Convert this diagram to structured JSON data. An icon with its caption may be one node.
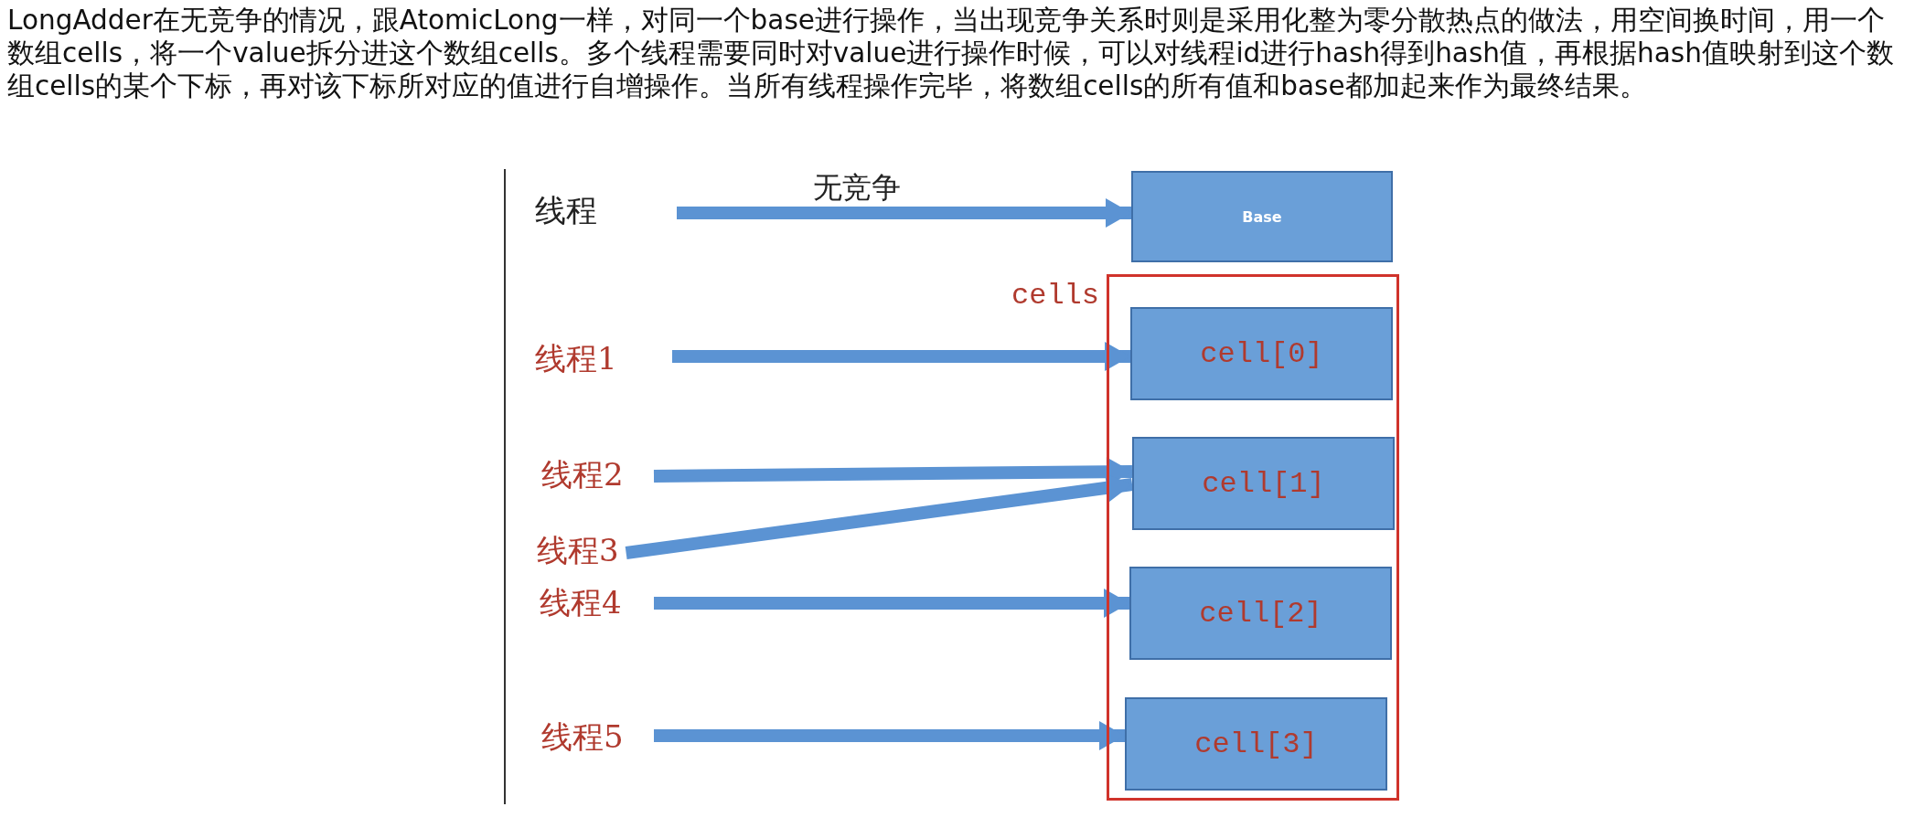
{
  "diagram": {
    "nodes": [
      {
        "text": [
          "线程"
        ]
      },
      {
        "text": [
          "Base"
        ]
      },
      {
        "text": [
          "cells"
        ]
      },
      {
        "text": [
          "cell[0]"
        ],
        "in": 2
      },
      {
        "text": [
          "cell[1]"
        ],
        "in": 2
      },
      {
        "text": [
          "cell[2]"
        ],
        "in": 2
      },
      {
        "text": [
          "cell[3]"
        ],
        "in": 2
      },
      {
        "text": [
          "线程1"
        ]
      },
      {
        "text": [
          "线程2"
        ]
      },
      {
        "text": [
          "线程3"
        ]
      },
      {
        "text": [
          "线程4"
        ]
      },
      {
        "text": [
          "线程5"
        ]
      }
    ],
    "edges": [
      {
        "from": 0,
        "to": 1,
        "arrow": "to",
        "label": "无竞争"
      },
      {
        "from": 7,
        "to": 3,
        "arrow": "to"
      },
      {
        "from": 8,
        "to": 4,
        "arrow": "to"
      },
      {
        "from": 9,
        "to": 4,
        "arrow": "to"
      },
      {
        "from": 10,
        "to": 5,
        "arrow": "to"
      },
      {
        "from": 11,
        "to": 6,
        "arrow": "to"
      }
    ],
    "labels": [
      "LongAdder在无竞争的情况，跟AtomicLong一样，对同一个base进行操作，当出现竞争关系时则是采用化整为零分散热点的做法，用空间换时间，用一个数组cells，将一个value拆分进这个数组cells。多个线程需要同时对value进行操作时候，可以对线程id进行hash得到hash值，再根据hash值映射到这个数组cells的某个下标，再对该下标所对应的值进行自增操作。当所有线程操作完毕，将数组cells的所有值和base都加起来作为最终结果。"
    ]
  }
}
